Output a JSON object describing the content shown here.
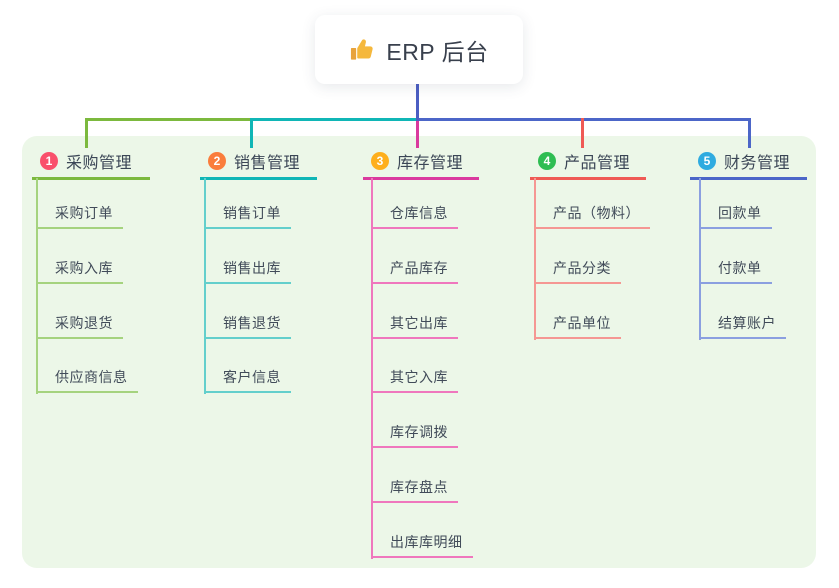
{
  "root": {
    "label": "ERP 后台",
    "icon": "thumbs-up-icon"
  },
  "theme": {
    "page_bg": "#ffffff",
    "panel_bg": "#ecf7e8",
    "stem_color": "#4b5ec3",
    "root_text_color": "#39404d",
    "node_text_color": "#414b59"
  },
  "branches": [
    {
      "num": "1",
      "label": "采购管理",
      "badge_color": "#f9506b",
      "line_color": "#7cb93e",
      "child_line_color": "#a5d37e",
      "children": [
        "采购订单",
        "采购入库",
        "采购退货",
        "供应商信息"
      ]
    },
    {
      "num": "2",
      "label": "销售管理",
      "badge_color": "#fa7d3c",
      "line_color": "#10b6b6",
      "child_line_color": "#63cfcc",
      "children": [
        "销售订单",
        "销售出库",
        "销售退货",
        "客户信息"
      ]
    },
    {
      "num": "3",
      "label": "库存管理",
      "badge_color": "#feaf1c",
      "line_color": "#da3a9e",
      "child_line_color": "#ef77bd",
      "children": [
        "仓库信息",
        "产品库存",
        "其它出库",
        "其它入库",
        "库存调拨",
        "库存盘点",
        "出库库明细"
      ]
    },
    {
      "num": "4",
      "label": "产品管理",
      "badge_color": "#2ebd52",
      "line_color": "#ef5a55",
      "child_line_color": "#f59793",
      "children": [
        "产品（物料）",
        "产品分类",
        "产品单位"
      ]
    },
    {
      "num": "5",
      "label": "财务管理",
      "badge_color": "#2fabe0",
      "line_color": "#4c66c8",
      "child_line_color": "#8b9fe0",
      "children": [
        "回款单",
        "付款单",
        "结算账户"
      ]
    }
  ]
}
